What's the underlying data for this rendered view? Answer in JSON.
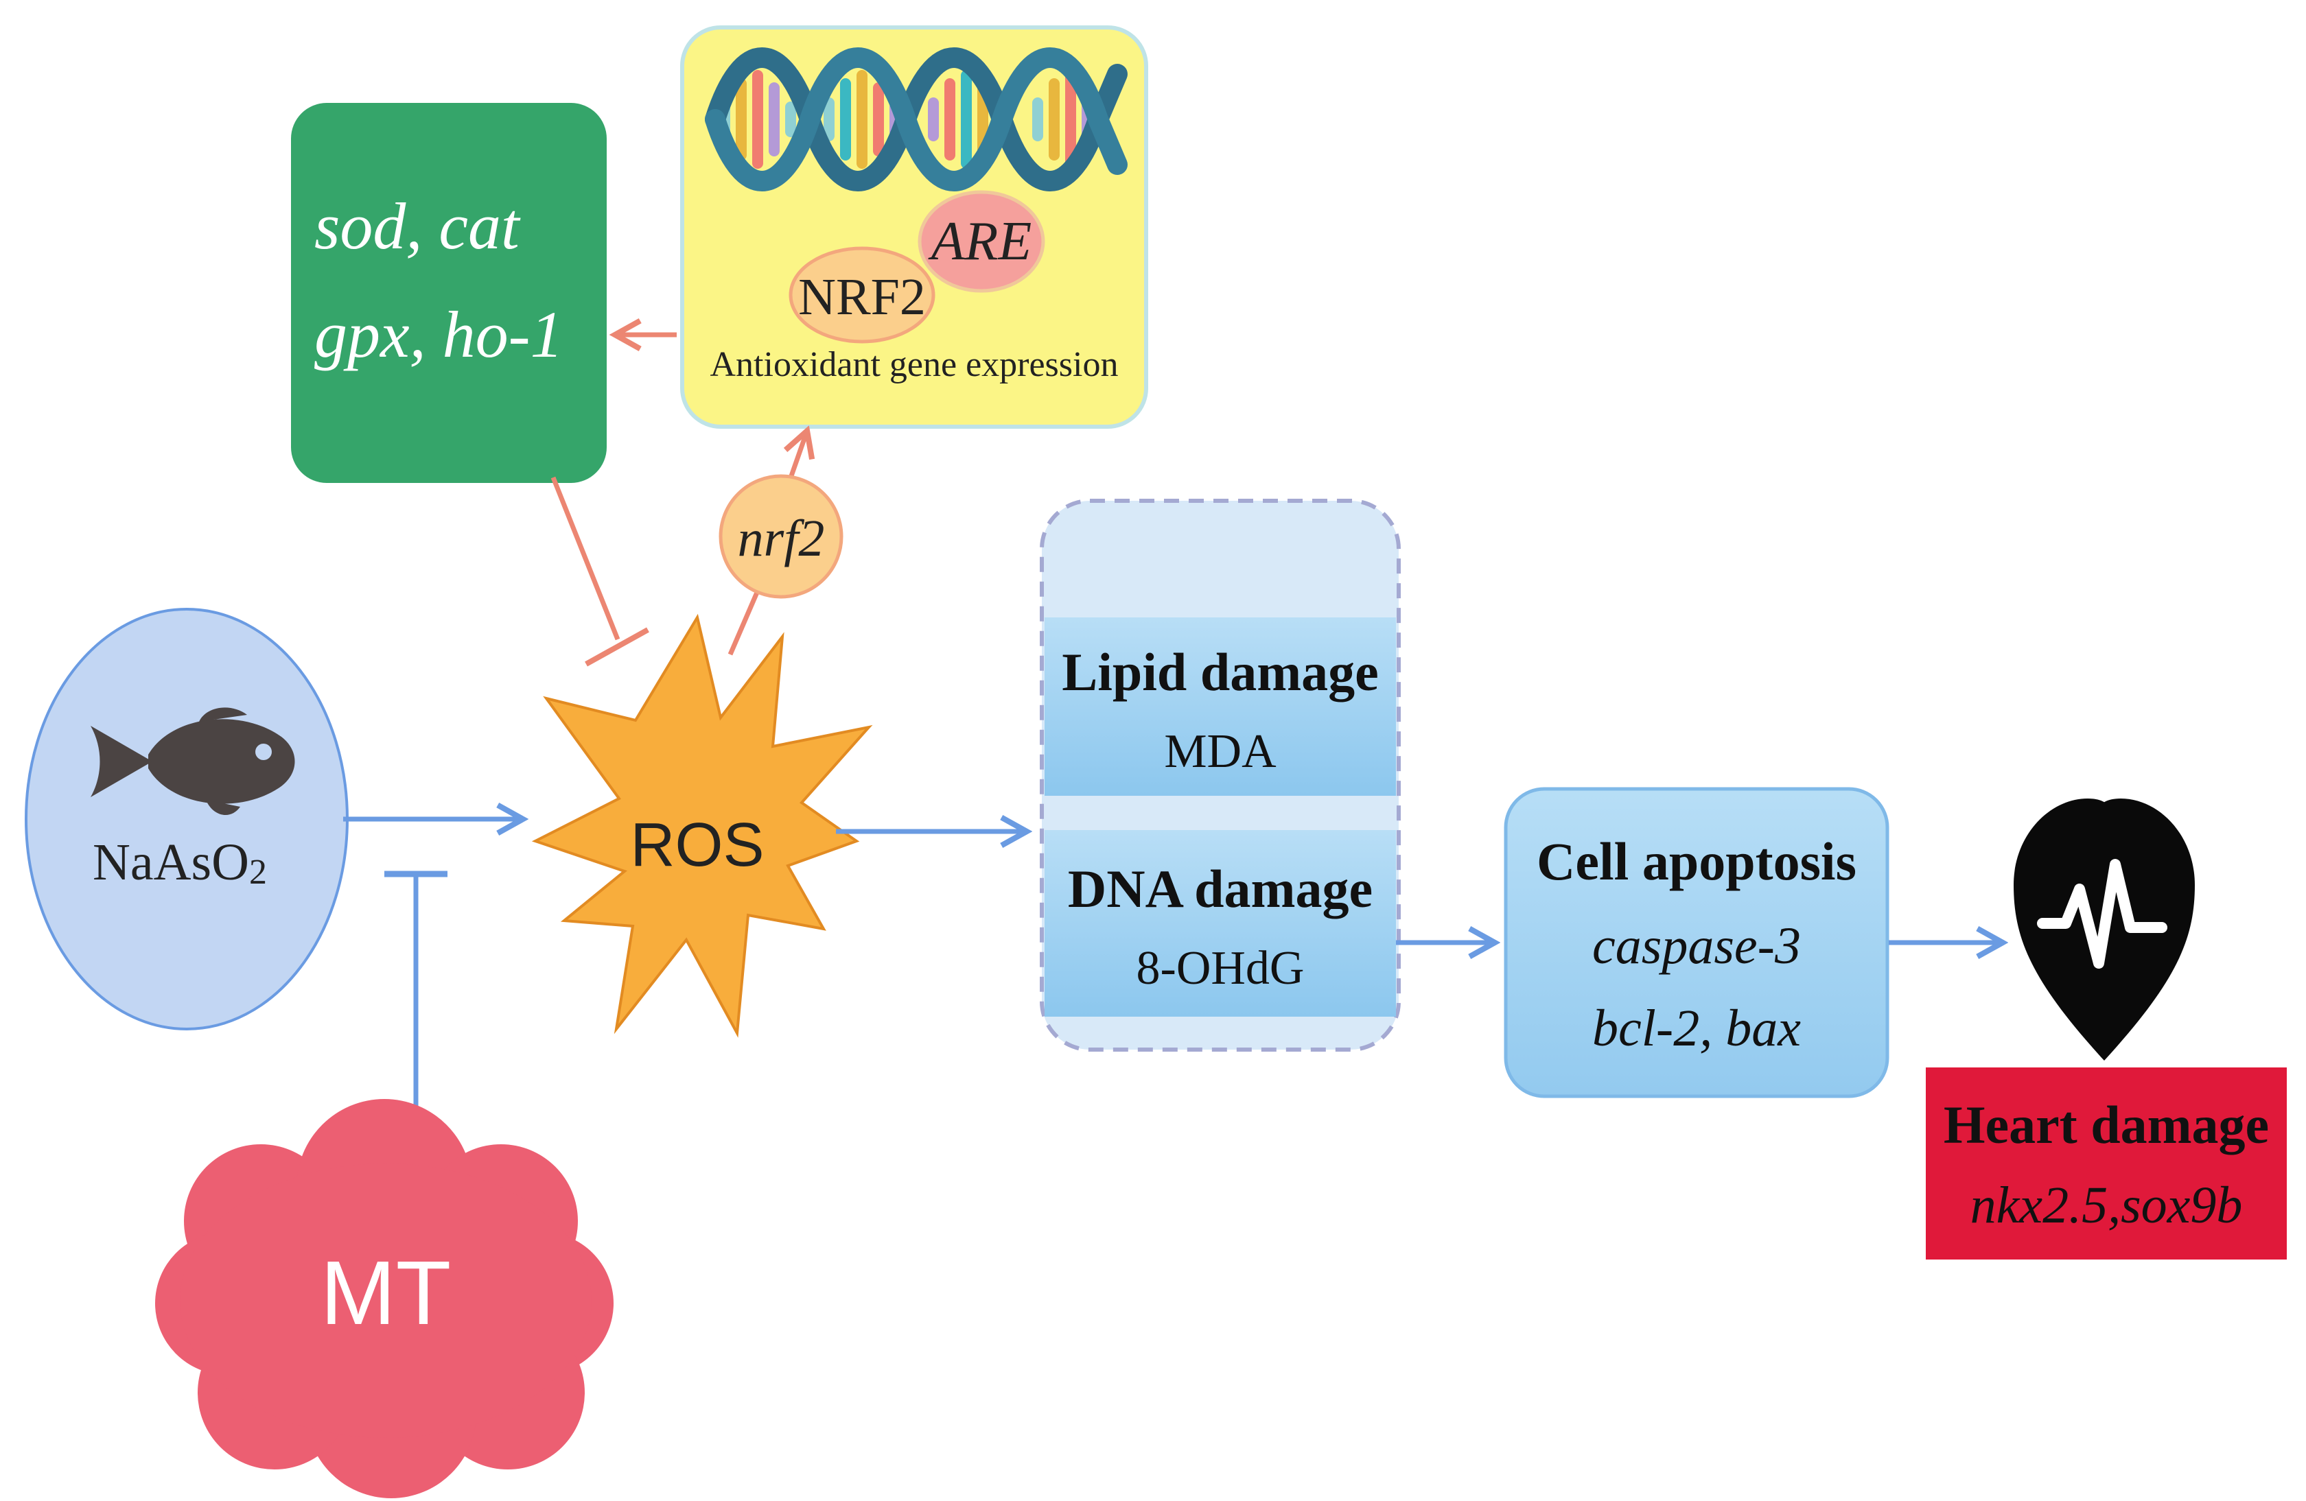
{
  "nodes": {
    "antioxidant_genes": {
      "line1": "sod, cat",
      "line2": "gpx, ho-1"
    },
    "nrf2_box": {
      "are_label": "ARE",
      "nrf2_label": "NRF2",
      "caption": "Antioxidant gene expression"
    },
    "nrf2_gene": {
      "label": "nrf2"
    },
    "naaso2": {
      "label_main": "NaAsO",
      "label_sub": "2"
    },
    "ros": {
      "label": "ROS"
    },
    "mt": {
      "label": "MT"
    },
    "lipid_damage": {
      "title": "Lipid damage",
      "marker": "MDA"
    },
    "dna_damage": {
      "title": "DNA damage",
      "marker": "8-OHdG"
    },
    "cell_apoptosis": {
      "title": "Cell apoptosis",
      "line1": "caspase-3",
      "line2": "bcl-2, bax"
    },
    "heart_damage": {
      "title": "Heart damage",
      "genes": "nkx2.5,sox9b"
    }
  },
  "colors": {
    "green_box": "#35a56a",
    "yellow_box": "#fbf586",
    "blue_arrow": "#6a9be2",
    "salmon_arrow": "#ec8672",
    "naaso2_fill": "#c2d6f3",
    "ros_fill": "#f8ad3c",
    "mt_fill": "#ec5f72",
    "damage_panel": "#d8e9f8",
    "damage_band": "#9fd0f0",
    "apoptosis_fill": "#a7d6f3",
    "heart_box": "#e0193a",
    "nrf2_circle": "#fbcf8c",
    "are_ellipse": "#f5a09c"
  },
  "icons": [
    "dna-helix-icon",
    "fish-icon",
    "heart-pulse-icon"
  ]
}
